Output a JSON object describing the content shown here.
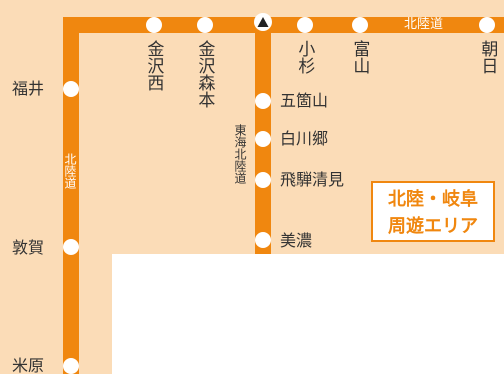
{
  "lines": {
    "hokuriku_top": "北陸道",
    "hokuriku_left": "北陸道",
    "tokai_hokuriku": "東海北陸道"
  },
  "stations": {
    "kanazawa_nishi": "金沢西",
    "kanazawa_morimoto": "金沢森本",
    "komatsu_sugi": "小杉",
    "toyama": "富山",
    "asahi": "朝日",
    "gokayama": "五箇山",
    "shirakawago": "白川郷",
    "hida_kiyomi": "飛騨清見",
    "mino": "美濃",
    "fukui": "福井",
    "tsuruga": "敦賀",
    "maibara": "米原"
  },
  "badge": {
    "line1": "北陸・岐阜",
    "line2": "周遊エリア"
  },
  "colors": {
    "route": "#f0870f",
    "area": "#fbdcb7",
    "station": "#ffffff",
    "text": "#333333"
  },
  "icons": [
    "north-triangle-icon"
  ]
}
